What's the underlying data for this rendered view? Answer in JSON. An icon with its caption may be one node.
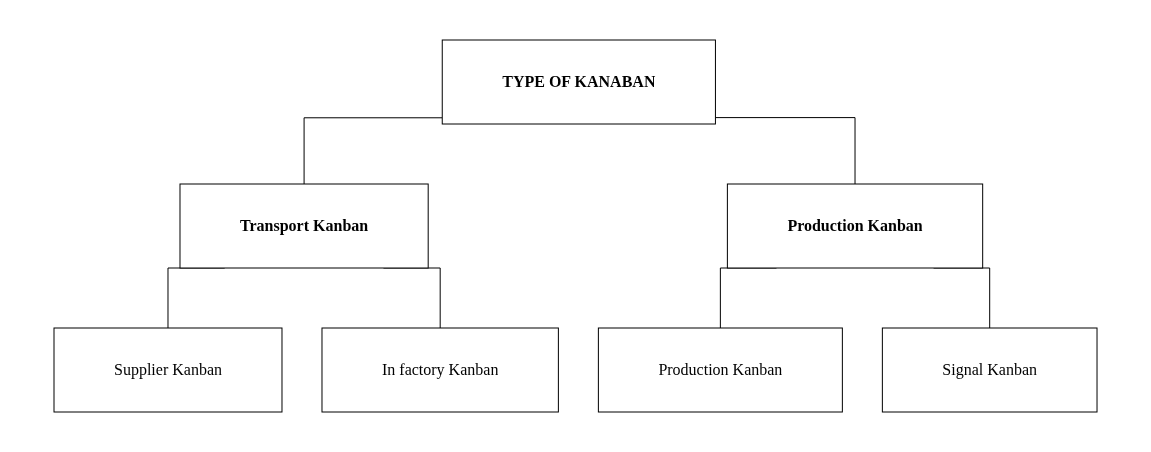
{
  "diagram": {
    "nodes": [
      {
        "text": [
          "TYPE OF KANABAN"
        ]
      },
      {
        "text": [
          "Transport Kanban"
        ]
      },
      {
        "text": [
          "Production Kanban"
        ]
      },
      {
        "text": [
          "Supplier Kanban"
        ]
      },
      {
        "text": [
          "In factory Kanban"
        ]
      },
      {
        "text": [
          "Production Kanban"
        ]
      },
      {
        "text": [
          "Signal Kanban"
        ]
      }
    ],
    "edges": [
      {
        "from": 0,
        "to": 1,
        "arrow": "none"
      },
      {
        "from": 0,
        "to": 2,
        "arrow": "none"
      },
      {
        "from": 1,
        "to": 3,
        "arrow": "none"
      },
      {
        "from": 1,
        "to": 4,
        "arrow": "none"
      },
      {
        "from": 2,
        "to": 5,
        "arrow": "none"
      },
      {
        "from": 2,
        "to": 6,
        "arrow": "none"
      }
    ]
  }
}
